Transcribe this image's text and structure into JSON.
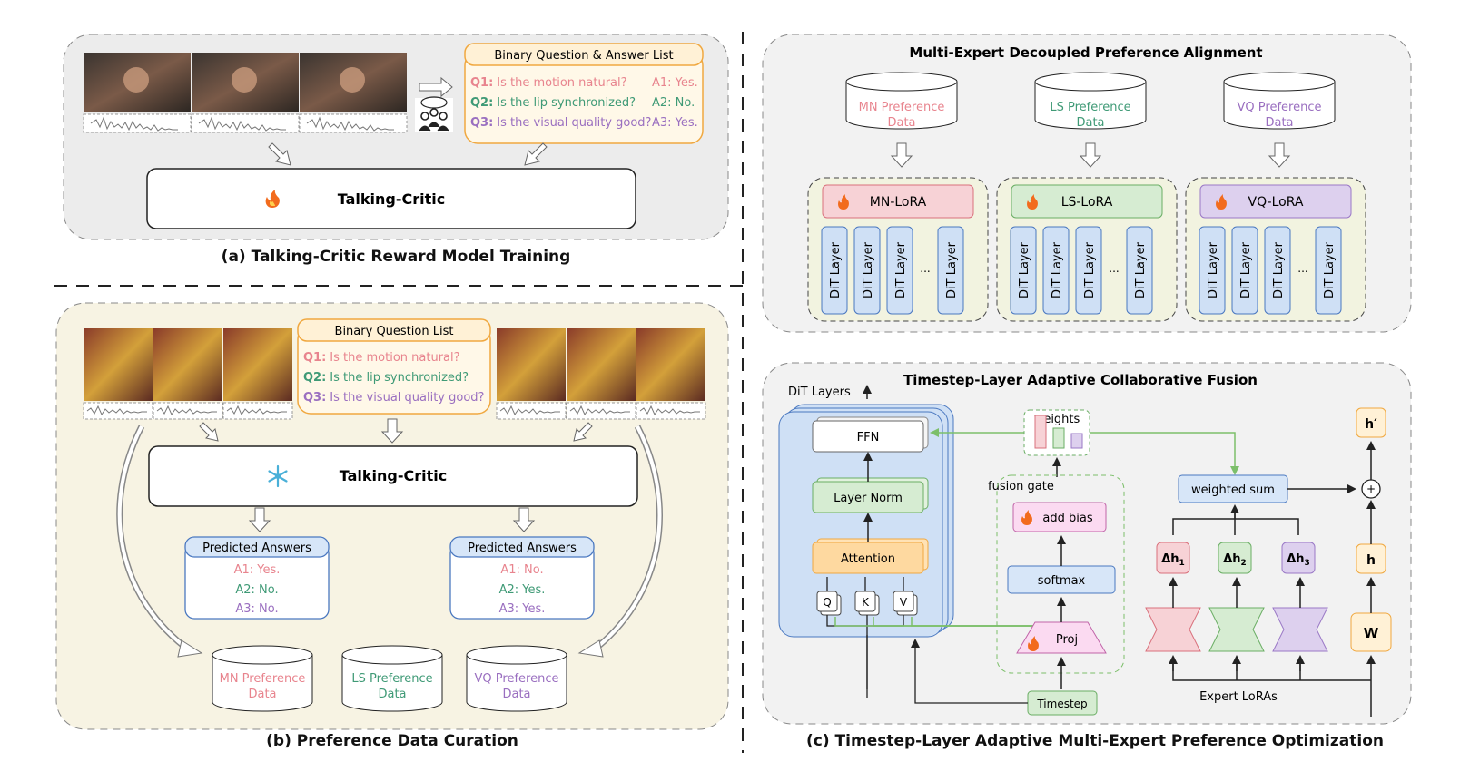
{
  "panel_a": {
    "caption": "(a) Talking-Critic Reward Model Training",
    "qa_title": "Binary Question & Answer List",
    "questions": [
      {
        "tag": "Q1:",
        "text": "Is the motion natural?",
        "answer": "A1: Yes."
      },
      {
        "tag": "Q2:",
        "text": "Is the lip synchronized?",
        "answer": "A2: No."
      },
      {
        "tag": "Q3:",
        "text": "Is the visual quality good?",
        "answer": "A3: Yes."
      }
    ],
    "critic_label": "Talking-Critic",
    "critic_icon": "flame-icon"
  },
  "panel_b": {
    "caption": "(b) Preference Data Curation",
    "question_list_title": "Binary Question List",
    "questions": [
      {
        "tag": "Q1:",
        "text": "Is the motion natural?"
      },
      {
        "tag": "Q2:",
        "text": "Is the lip synchronized?"
      },
      {
        "tag": "Q3:",
        "text": "Is the visual quality good?"
      }
    ],
    "critic_label": "Talking-Critic",
    "critic_icon": "snowflake-icon",
    "predicted_left": {
      "title": "Predicted Answers",
      "answers": [
        "A1: Yes.",
        "A2: No.",
        "A3: No."
      ]
    },
    "predicted_right": {
      "title": "Predicted Answers",
      "answers": [
        "A1: No.",
        "A2: Yes.",
        "A3: Yes."
      ]
    },
    "databases": [
      {
        "line1": "MN Preference",
        "line2": "Data"
      },
      {
        "line1": "LS Preference",
        "line2": "Data"
      },
      {
        "line1": "VQ Preference",
        "line2": "Data"
      }
    ]
  },
  "panel_c_top": {
    "title": "Multi-Expert Decoupled Preference Alignment",
    "experts": [
      {
        "db_line1": "MN Preference",
        "db_line2": "Data",
        "lora": "MN-LoRA"
      },
      {
        "db_line1": "LS Preference",
        "db_line2": "Data",
        "lora": "LS-LoRA"
      },
      {
        "db_line1": "VQ Preference",
        "db_line2": "Data",
        "lora": "VQ-LoRA"
      }
    ],
    "layer_label": "DiT Layer",
    "ellipsis": "..."
  },
  "panel_c_bottom": {
    "title": "Timestep-Layer Adaptive Collaborative Fusion",
    "dit_layers_label": "DiT Layers",
    "ffn": "FFN",
    "layer_norm": "Layer Norm",
    "attention": "Attention",
    "qkv": [
      "Q",
      "K",
      "V"
    ],
    "weights": "weights",
    "fusion_gate": "fusion gate",
    "add_bias": "add bias",
    "softmax": "softmax",
    "proj": "Proj",
    "timestep": "Timestep",
    "weighted_sum": "weighted sum",
    "delta_h": [
      "Δh",
      "Δh",
      "Δh"
    ],
    "delta_sub": [
      "1",
      "2",
      "3"
    ],
    "h_prime": "h′",
    "h": "h",
    "w": "W",
    "plus": "+",
    "expert_loras": "Expert LoRAs"
  },
  "caption_c": "(c) Timestep-Layer Adaptive Multi-Expert Preference Optimization",
  "colors": {
    "mn": "#e8848e",
    "ls": "#3f9a76",
    "vq": "#9a6fc0",
    "orange_border": "#f0a840",
    "blue_fill": "#cfe0f5",
    "green_fill": "#d6ecd2",
    "panel_gray": "#ececec",
    "panel_beige": "#f7f3e3"
  }
}
